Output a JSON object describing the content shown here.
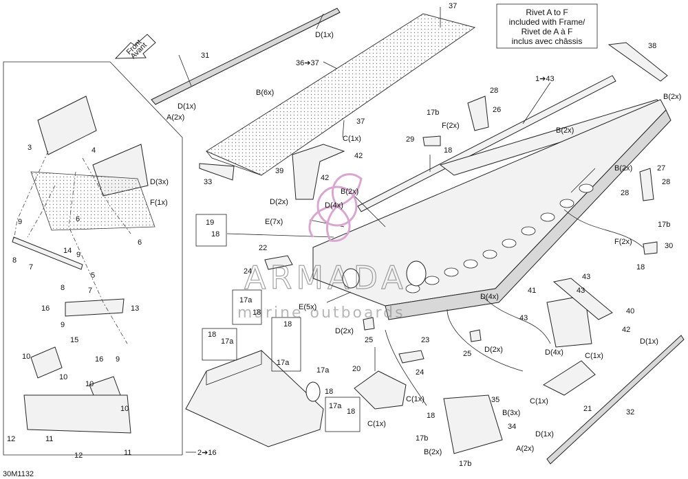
{
  "diagram_code": "30M1132",
  "front_arrow": {
    "line1": "Front",
    "line2": "Avant"
  },
  "note": {
    "lines": [
      "Rivet A to F",
      "included with Frame/",
      "Rivet de A à F",
      "inclus avec châssis"
    ]
  },
  "watermark": {
    "brand": "ARMADA",
    "tagline": "marine outboards",
    "color": "#d9a6d0"
  },
  "labels": [
    {
      "id": "37-top",
      "text": "37"
    },
    {
      "id": "d1x-top",
      "text": "D(1x)"
    },
    {
      "id": "31",
      "text": "31"
    },
    {
      "id": "36-37",
      "text": "36➔37"
    },
    {
      "id": "b6x",
      "text": "B(6x)"
    },
    {
      "id": "d1x-31",
      "text": "D(1x)"
    },
    {
      "id": "a2x-31",
      "text": "A(2x)"
    },
    {
      "id": "37-mid",
      "text": "37"
    },
    {
      "id": "1-43",
      "text": "1➔43"
    },
    {
      "id": "38",
      "text": "38"
    },
    {
      "id": "b2x-38",
      "text": "B(2x)"
    },
    {
      "id": "28-top",
      "text": "28"
    },
    {
      "id": "26",
      "text": "26"
    },
    {
      "id": "17b-top",
      "text": "17b"
    },
    {
      "id": "f2x-top",
      "text": "F(2x)"
    },
    {
      "id": "29",
      "text": "29"
    },
    {
      "id": "18-29",
      "text": "18"
    },
    {
      "id": "b2x-rail",
      "text": "B(2x)"
    },
    {
      "id": "c1x-42",
      "text": "C(1x)"
    },
    {
      "id": "42-top",
      "text": "42"
    },
    {
      "id": "39",
      "text": "39"
    },
    {
      "id": "42-mid",
      "text": "42"
    },
    {
      "id": "b2x-center",
      "text": "B(2x)"
    },
    {
      "id": "d2x-39",
      "text": "D(2x)"
    },
    {
      "id": "d4x-center",
      "text": "D(4x)"
    },
    {
      "id": "b2x-right",
      "text": "B(2x)"
    },
    {
      "id": "27",
      "text": "27"
    },
    {
      "id": "28-right",
      "text": "28"
    },
    {
      "id": "28-right2",
      "text": "28"
    },
    {
      "id": "3",
      "text": "3"
    },
    {
      "id": "4",
      "text": "4"
    },
    {
      "id": "d3x",
      "text": "D(3x)"
    },
    {
      "id": "f1x",
      "text": "F(1x)"
    },
    {
      "id": "6-a",
      "text": "6"
    },
    {
      "id": "6-b",
      "text": "6"
    },
    {
      "id": "9-a",
      "text": "9"
    },
    {
      "id": "8-a",
      "text": "8"
    },
    {
      "id": "7-a",
      "text": "7"
    },
    {
      "id": "14",
      "text": "14"
    },
    {
      "id": "9-b",
      "text": "9"
    },
    {
      "id": "5",
      "text": "5"
    },
    {
      "id": "8-b",
      "text": "8"
    },
    {
      "id": "7-b",
      "text": "7"
    },
    {
      "id": "33",
      "text": "33"
    },
    {
      "id": "19",
      "text": "19"
    },
    {
      "id": "18-19",
      "text": "18"
    },
    {
      "id": "e7x",
      "text": "E(7x)"
    },
    {
      "id": "22",
      "text": "22"
    },
    {
      "id": "24-a",
      "text": "24"
    },
    {
      "id": "17a-a",
      "text": "17a"
    },
    {
      "id": "18-a",
      "text": "18"
    },
    {
      "id": "e5x",
      "text": "E(5x)"
    },
    {
      "id": "16-a",
      "text": "16"
    },
    {
      "id": "13",
      "text": "13"
    },
    {
      "id": "9-c",
      "text": "9"
    },
    {
      "id": "15",
      "text": "15"
    },
    {
      "id": "16-b",
      "text": "16"
    },
    {
      "id": "9-d",
      "text": "9"
    },
    {
      "id": "d4x-right",
      "text": "D(4x)"
    },
    {
      "id": "f2x-right",
      "text": "F(2x)"
    },
    {
      "id": "17b-right",
      "text": "17b"
    },
    {
      "id": "30",
      "text": "30"
    },
    {
      "id": "18-right",
      "text": "18"
    },
    {
      "id": "43-a",
      "text": "43"
    },
    {
      "id": "41",
      "text": "41"
    },
    {
      "id": "43-b",
      "text": "43"
    },
    {
      "id": "40",
      "text": "40"
    },
    {
      "id": "42-bot",
      "text": "42"
    },
    {
      "id": "d4x-40",
      "text": "D(4x)"
    },
    {
      "id": "d2x-25",
      "text": "D(2x)"
    },
    {
      "id": "25-a",
      "text": "25"
    },
    {
      "id": "25-b",
      "text": "25"
    },
    {
      "id": "d2x-25b",
      "text": "D(2x)"
    },
    {
      "id": "23",
      "text": "23"
    },
    {
      "id": "24-b",
      "text": "24"
    },
    {
      "id": "18-box",
      "text": "18"
    },
    {
      "id": "17a-box",
      "text": "17a"
    },
    {
      "id": "18-box2",
      "text": "18"
    },
    {
      "id": "17a-box2",
      "text": "17a"
    },
    {
      "id": "10-a",
      "text": "10"
    },
    {
      "id": "10-b",
      "text": "10"
    },
    {
      "id": "10-c",
      "text": "10"
    },
    {
      "id": "10-d",
      "text": "10"
    },
    {
      "id": "17a-b",
      "text": "17a"
    },
    {
      "id": "18-b",
      "text": "18"
    },
    {
      "id": "17a-c",
      "text": "17a"
    },
    {
      "id": "18-c",
      "text": "18"
    },
    {
      "id": "20",
      "text": "20"
    },
    {
      "id": "c1x-20",
      "text": "C(1x)"
    },
    {
      "id": "c1x-21top",
      "text": "C(1x)"
    },
    {
      "id": "c1x-21",
      "text": "C(1x)"
    },
    {
      "id": "21",
      "text": "21"
    },
    {
      "id": "d1x-right",
      "text": "D(1x)"
    },
    {
      "id": "32",
      "text": "32"
    },
    {
      "id": "c1x-35",
      "text": "C(1x)"
    },
    {
      "id": "35",
      "text": "35"
    },
    {
      "id": "18-35",
      "text": "18"
    },
    {
      "id": "b3x",
      "text": "B(3x)"
    },
    {
      "id": "34",
      "text": "34"
    },
    {
      "id": "12-a",
      "text": "12"
    },
    {
      "id": "11-a",
      "text": "11"
    },
    {
      "id": "12-b",
      "text": "12"
    },
    {
      "id": "11-b",
      "text": "11"
    },
    {
      "id": "2-16",
      "text": "2➔16"
    },
    {
      "id": "17b-bot",
      "text": "17b"
    },
    {
      "id": "b2x-bot",
      "text": "B(2x)"
    },
    {
      "id": "17b-bot2",
      "text": "17b"
    },
    {
      "id": "d1x-bot",
      "text": "D(1x)"
    },
    {
      "id": "a2x-bot",
      "text": "A(2x)"
    }
  ]
}
